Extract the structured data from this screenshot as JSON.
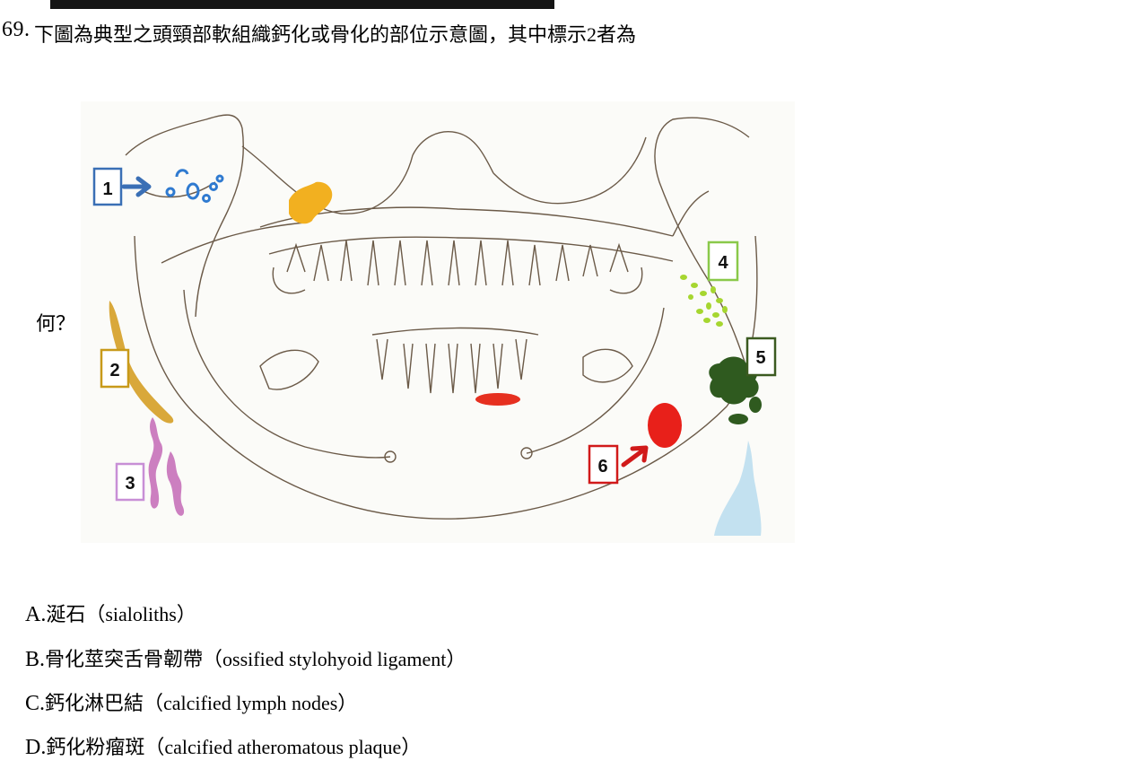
{
  "question": {
    "number": "69.",
    "text": "下圖為典型之頭頸部軟組織鈣化或骨化的部位示意圖，其中標示2者為",
    "continuation": "何？"
  },
  "figure": {
    "labels": [
      "1",
      "2",
      "3",
      "4",
      "5",
      "6"
    ],
    "colors": {
      "box1": "#3a6fb5",
      "box2": "#c89a1a",
      "box3": "#c88fd6",
      "box4": "#8ac94a",
      "box5": "#3b5a20",
      "box6": "#d11a1a",
      "sialolith": "#2f7ad0",
      "styloid": "#d9a83a",
      "lymph": "#cc7fc0",
      "tonsil": "#a6d630",
      "nodes5": "#2f5a1f",
      "plaque": "#e8201a",
      "blob": "#f2b020",
      "tongue": "#e63020",
      "hyoid": "#b8dcef",
      "outline": "#6b5a48"
    }
  },
  "options": [
    {
      "letter": "A.",
      "text": "涎石（sialoliths）"
    },
    {
      "letter": "B.",
      "text": "骨化莖突舌骨韌帶（ossified stylohyoid ligament）"
    },
    {
      "letter": "C.",
      "text": "鈣化淋巴結（calcified lymph nodes）"
    },
    {
      "letter": "D.",
      "text": "鈣化粉瘤斑（calcified atheromatous plaque）"
    }
  ]
}
